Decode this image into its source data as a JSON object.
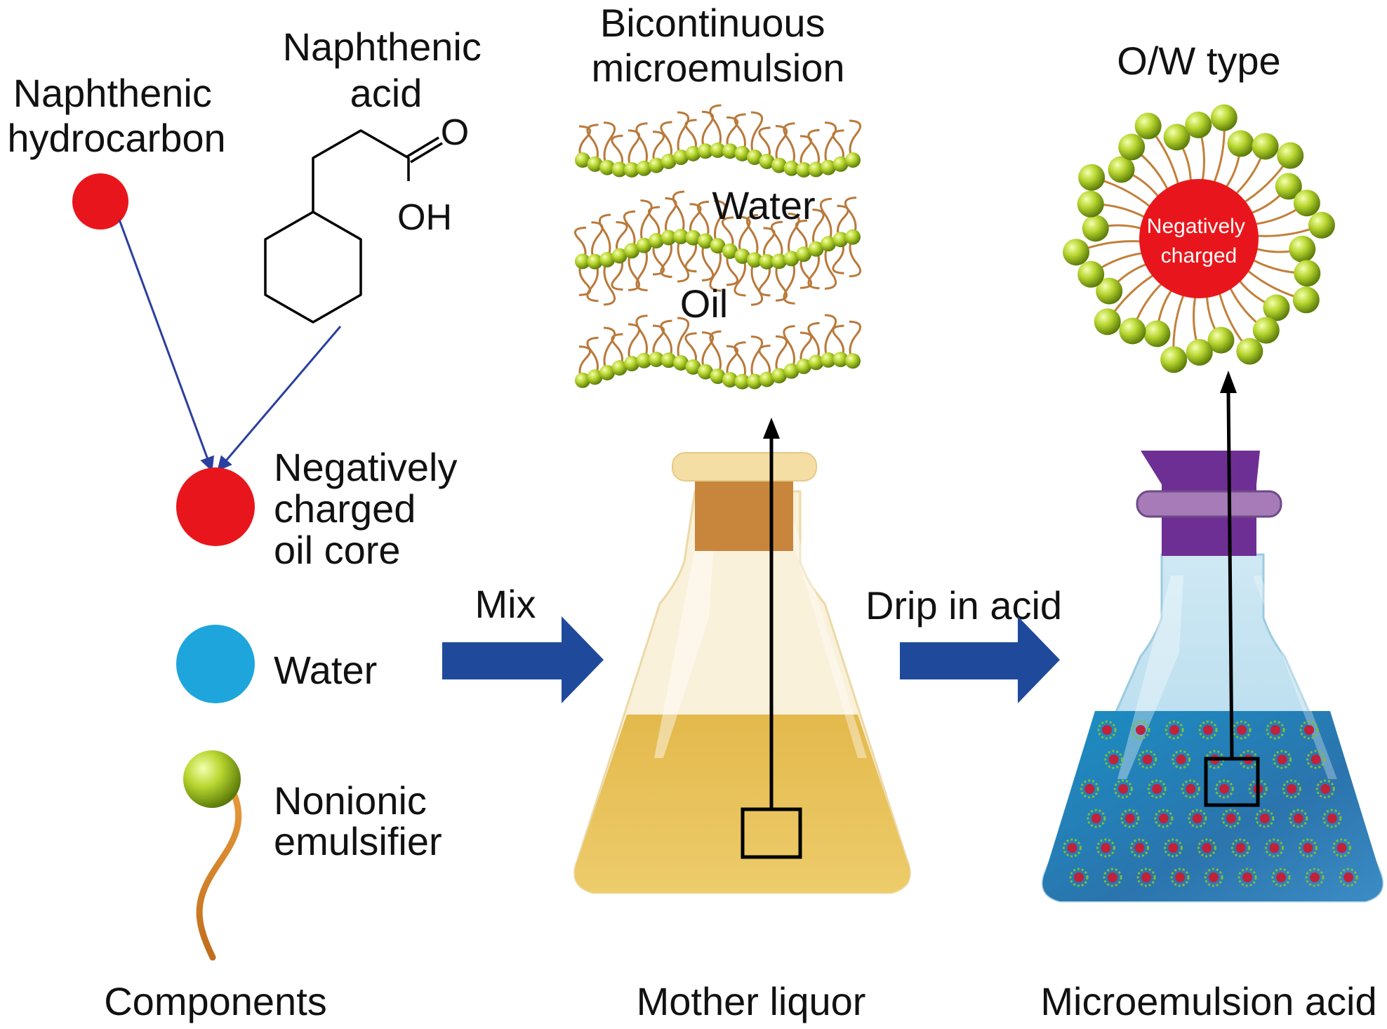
{
  "components": {
    "naphthenic_hydrocarbon": [
      "Naphthenic",
      "hydrocarbon"
    ],
    "naphthenic_acid": [
      "Naphthenic",
      "acid"
    ],
    "carbonyl_o": "O",
    "hydroxyl": "OH",
    "oil_core": [
      "Negatively",
      "charged",
      "oil core"
    ],
    "water": "Water",
    "emulsifier": [
      "Nonionic",
      "emulsifier"
    ],
    "caption": "Components"
  },
  "process": {
    "mix": "Mix",
    "drip": "Drip in acid"
  },
  "mother_liquor": {
    "caption": "Mother liquor",
    "inset_title": [
      "Bicontinuous",
      "microemulsion"
    ],
    "water_label": "Water",
    "oil_label": "Oil"
  },
  "microemulsion_acid": {
    "caption": "Microemulsion acid",
    "inset_title": "O/W type",
    "core_label": [
      "Negatively",
      "charged"
    ]
  },
  "colors": {
    "red_core": "#e8161c",
    "water_blue": "#1ea6dc",
    "arrow_blue": "#1f4a9c",
    "emulsifier_green": "#a9cc1d",
    "tail_orange": "#c47b2b",
    "liquor_yellow": "#e9c55b",
    "cork_purple": "#6e2f94"
  }
}
